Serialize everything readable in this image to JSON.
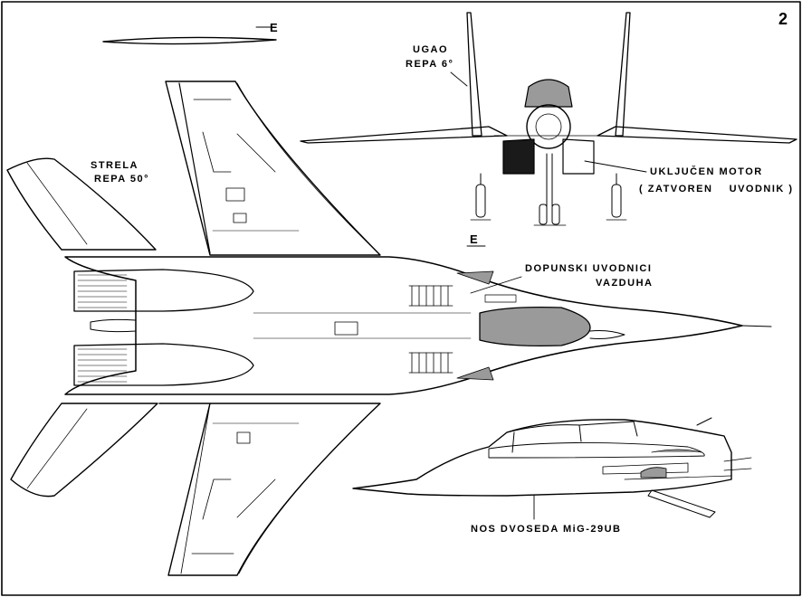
{
  "page_number": "2",
  "labels": {
    "tail_angle": [
      "UGAO",
      "REPA 6°"
    ],
    "tail_sweep": [
      "STRELA",
      "REPA 50°"
    ],
    "engine_on": [
      "UKLJUČEN MOTOR",
      "( ZATVOREN    UVODNIK )"
    ],
    "aux_intakes": [
      "DOPUNSKI UVODNICI",
      "VAZDUHA"
    ],
    "two_seat_nose": "NOS DVOSEDA MiG-29UB",
    "section_marker_top": "E",
    "section_marker_mid": "E"
  },
  "colors": {
    "ink": "#000000",
    "paper": "#ffffff",
    "shade": "#9a9a9a"
  }
}
